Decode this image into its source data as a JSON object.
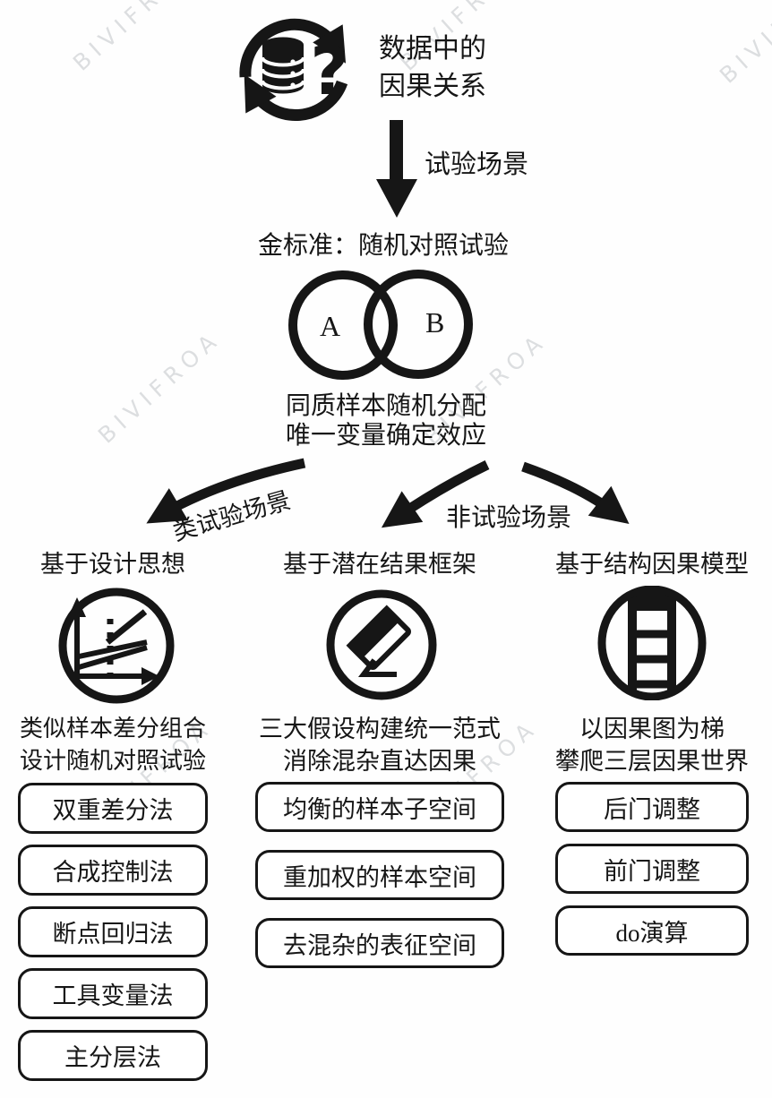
{
  "watermark": {
    "text": "BIVIFROA"
  },
  "top": {
    "icon": "data-cycle-icon",
    "title_line1": "数据中的",
    "title_line2": "因果关系",
    "arrow_label": "试验场景"
  },
  "gold_standard": {
    "title": "金标准：随机对照试验",
    "venn": {
      "left": "A",
      "right": "B"
    },
    "desc_line1": "同质样本随机分配",
    "desc_line2": "唯一变量确定效应"
  },
  "branches": {
    "left_label": "类试验场景",
    "right_label": "非试验场景"
  },
  "columns": [
    {
      "header": "基于设计思想",
      "icon": "regression-chart-icon",
      "desc_line1": "类似样本差分组合",
      "desc_line2": "设计随机对照试验",
      "boxes": [
        "双重差分法",
        "合成控制法",
        "断点回归法",
        "工具变量法",
        "主分层法"
      ]
    },
    {
      "header": "基于潜在结果框架",
      "icon": "eraser-icon",
      "desc_line1": "三大假设构建统一范式",
      "desc_line2": "消除混杂直达因果",
      "boxes": [
        "均衡的样本子空间",
        "重加权的样本空间",
        "去混杂的表征空间"
      ]
    },
    {
      "header": "基于结构因果模型",
      "icon": "ladder-icon",
      "desc_line1": "以因果图为梯",
      "desc_line2": "攀爬三层因果世界",
      "boxes": [
        "后门调整",
        "前门调整",
        "do演算"
      ]
    }
  ]
}
